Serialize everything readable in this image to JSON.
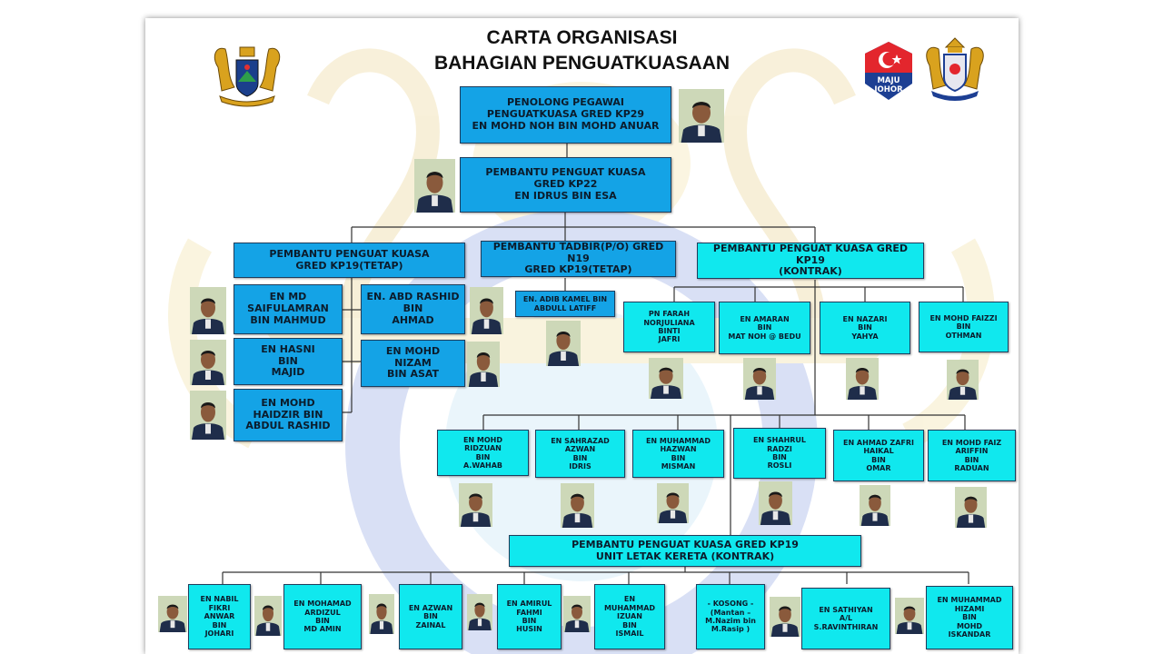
{
  "title": {
    "line1": "CARTA ORGANISASI",
    "line2": "BAHAGIAN PENGUATKUASAAN"
  },
  "logos": {
    "left_crest": "council-crest",
    "maju_johor": "MAJU JOHOR",
    "maju_line1": "MAJU",
    "maju_line2": "JOHOR",
    "right_crest": "johor-state-crest"
  },
  "colors": {
    "head_box": "#14a3e6",
    "staff_box": "#10e8ee",
    "line": "#333333"
  },
  "nodes": {
    "head": "PENOLONG PEGAWAI\nPENGUATKUASA GRED KP29\nEN MOHD NOH BIN MOHD ANUAR",
    "kp22": "PEMBANTU PENGUAT KUASA\nGRED KP22\nEN IDRUS BIN ESA",
    "kp19_tetap": "PEMBANTU PENGUAT KUASA\nGRED KP19(TETAP)",
    "tadbir": "PEMBANTU TADBIR(P/O) GRED N19\nGRED KP19(TETAP)",
    "kp19_kontrak": "PEMBANTU PENGUAT KUASA GRED KP19\n(KONTRAK)",
    "saiful": "EN MD\nSAIFULAMRAN\nBIN MAHMUD",
    "abd_rashid": "EN. ABD RASHID\nBIN\nAHMAD",
    "hasni": "EN HASNI\nBIN\nMAJID",
    "nizam": "EN MOHD\nNIZAM\nBIN ASAT",
    "haidzir": "EN MOHD\nHAIDZIR BIN\nABDUL RASHID",
    "adib": "EN. ADIB KAMEL BIN\nABDULL LATIFF",
    "farah": "PN FARAH\nNORJULIANA\nBINTI\nJAFRI",
    "amaran": "EN AMARAN\nBIN\nMAT NOH @ BEDU",
    "nazari": "EN NAZARI\nBIN\nYAHYA",
    "faizzi": "EN MOHD FAIZZI\nBIN\nOTHMAN",
    "ridzuan": "EN MOHD\nRIDZUAN\nBIN\nA.WAHAB",
    "sahrazad": "EN SAHRAZAD\nAZWAN\nBIN\nIDRIS",
    "hazwan": "EN MUHAMMAD\nHAZWAN\nBIN\nMISMAN",
    "shahrul": "EN SHAHRUL\nRADZI\nBIN\nROSLI",
    "zafri": "EN AHMAD ZAFRI\nHAIKAL\nBIN\nOMAR",
    "faiz": "EN MOHD FAIZ\nARIFFIN\nBIN\nRADUAN",
    "parking": "PEMBANTU PENGUAT KUASA GRED KP19\nUNIT LETAK KERETA (KONTRAK)",
    "nabil": "EN NABIL\nFIKRI\nANWAR\nBIN\nJOHARI",
    "ardizul": "EN MOHAMAD\nARDIZUL\nBIN\nMD AMIN",
    "azwan": "EN AZWAN\nBIN\nZAINAL",
    "amirul": "EN AMIRUL\nFAHMI\nBIN\nHUSIN",
    "izuan": "EN\nMUHAMMAD\nIZUAN\nBIN\nISMAIL",
    "kosong": "- KOSONG -\n(Mantan –\nM.Nazim bin\nM.Rasip )",
    "sathiyan": "EN SATHIYAN\nA/L\nS.RAVINTHIRAN",
    "hizami": "EN MUHAMMAD\nHIZAMI\nBIN\nMOHD\nISKANDAR"
  }
}
